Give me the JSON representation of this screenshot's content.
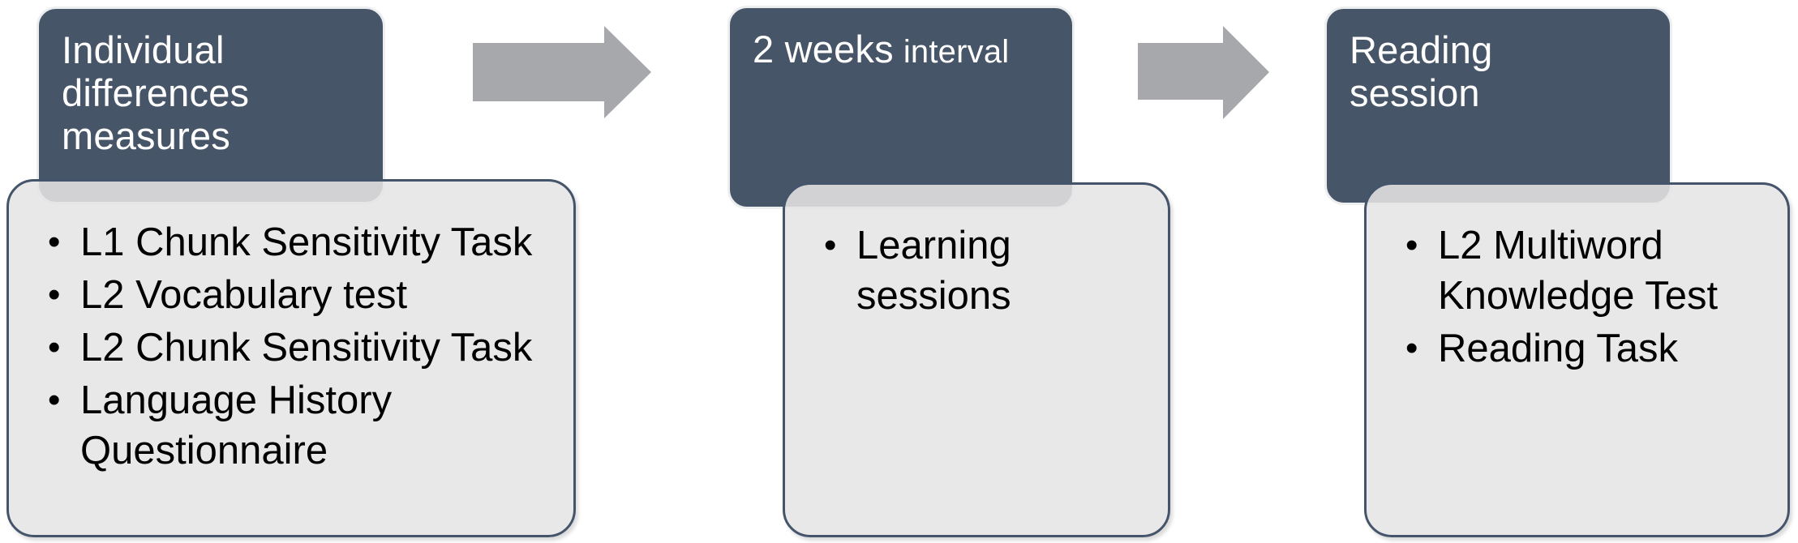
{
  "diagram": {
    "type": "process-flow",
    "colors": {
      "header_box_fill": "#475568",
      "header_box_outline": "#EDEEEF",
      "header_text": "#FFFFFF",
      "panel_fill": "#E9E8E8",
      "panel_overlap_band": "#D2D4D6",
      "panel_border": "#44546A",
      "body_text": "#000000",
      "arrow_fill": "#A7A8AC",
      "background": "#FFFFFF"
    },
    "stages": [
      {
        "header": "Individual\ndifferences\nmeasures",
        "items": [
          "L1 Chunk Sensitivity Task",
          "L2 Vocabulary test",
          "L2 Chunk Sensitivity Task",
          "Language History\nQuestionnaire"
        ]
      },
      {
        "header_main": "2 weeks",
        "header_sub": "interval",
        "items": [
          "Learning\nsessions"
        ]
      },
      {
        "header": "Reading\nsession",
        "items": [
          "L2 Multiword\nKnowledge Test",
          "Reading Task"
        ]
      }
    ],
    "arrows": [
      {
        "name": "arrow-1",
        "direction": "right"
      },
      {
        "name": "arrow-2",
        "direction": "right"
      }
    ]
  }
}
